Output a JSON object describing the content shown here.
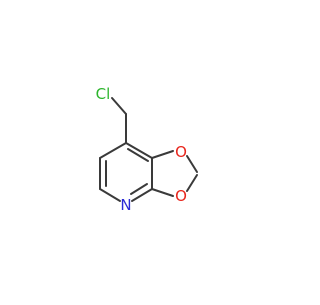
{
  "molecule": {
    "atoms": {
      "cl": {
        "label": "Cl",
        "color": "#2db52d"
      },
      "o_top": {
        "label": "O",
        "color": "#e8251c"
      },
      "o_bottom": {
        "label": "O",
        "color": "#e8251c"
      },
      "n": {
        "label": "N",
        "color": "#2b2bd6"
      }
    },
    "bond_color": "#3a3a3a",
    "background": "#ffffff"
  }
}
